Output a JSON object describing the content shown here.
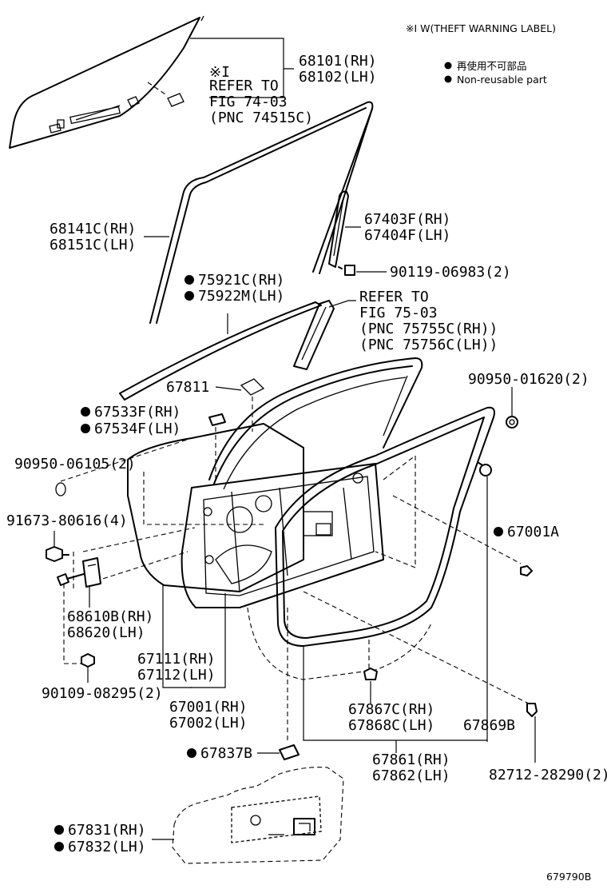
{
  "header": {
    "theft_note": "※I W(THEFT WARNING LABEL)"
  },
  "legend": {
    "line1": "再使用不可部品",
    "line2": "Non-reusable part"
  },
  "refer_note_1": {
    "mark": "※I",
    "line1": "REFER TO",
    "line2": "FIG 74-03",
    "line3": "(PNC 74515C)"
  },
  "refer_note_2": {
    "line1": "REFER TO",
    "line2": "FIG 75-03",
    "line3": "(PNC 75755C(RH))",
    "line4": "(PNC 75756C(LH))"
  },
  "parts": {
    "p68101": "68101(RH)",
    "p68102": "68102(LH)",
    "p68141": "68141C(RH)",
    "p68151": "68151C(LH)",
    "p67403": "67403F(RH)",
    "p67404": "67404F(LH)",
    "p90119": "90119-06983(2)",
    "p75921": "75921C(RH)",
    "p75922": "75922M(LH)",
    "p67811": "67811",
    "p90950a": "90950-01620(2)",
    "p67533": "67533F(RH)",
    "p67534": "67534F(LH)",
    "p90950b": "90950-06105(2)",
    "p91673": "91673-80616(4)",
    "p67001A": "67001A",
    "p68610": "68610B(RH)",
    "p68620": "68620(LH)",
    "p67111": "67111(RH)",
    "p67112": "67112(LH)",
    "p90109": "90109-08295(2)",
    "p67001": "67001(RH)",
    "p67002": "67002(LH)",
    "p67867": "67867C(RH)",
    "p67868": "67868C(LH)",
    "p67869": "67869B",
    "p67837": "67837B",
    "p67861": "67861(RH)",
    "p67862": "67862(LH)",
    "p82712": "82712-28290(2)",
    "p67831": "67831(RH)",
    "p67832": "67832(LH)"
  },
  "footer": {
    "code": "679790B"
  }
}
